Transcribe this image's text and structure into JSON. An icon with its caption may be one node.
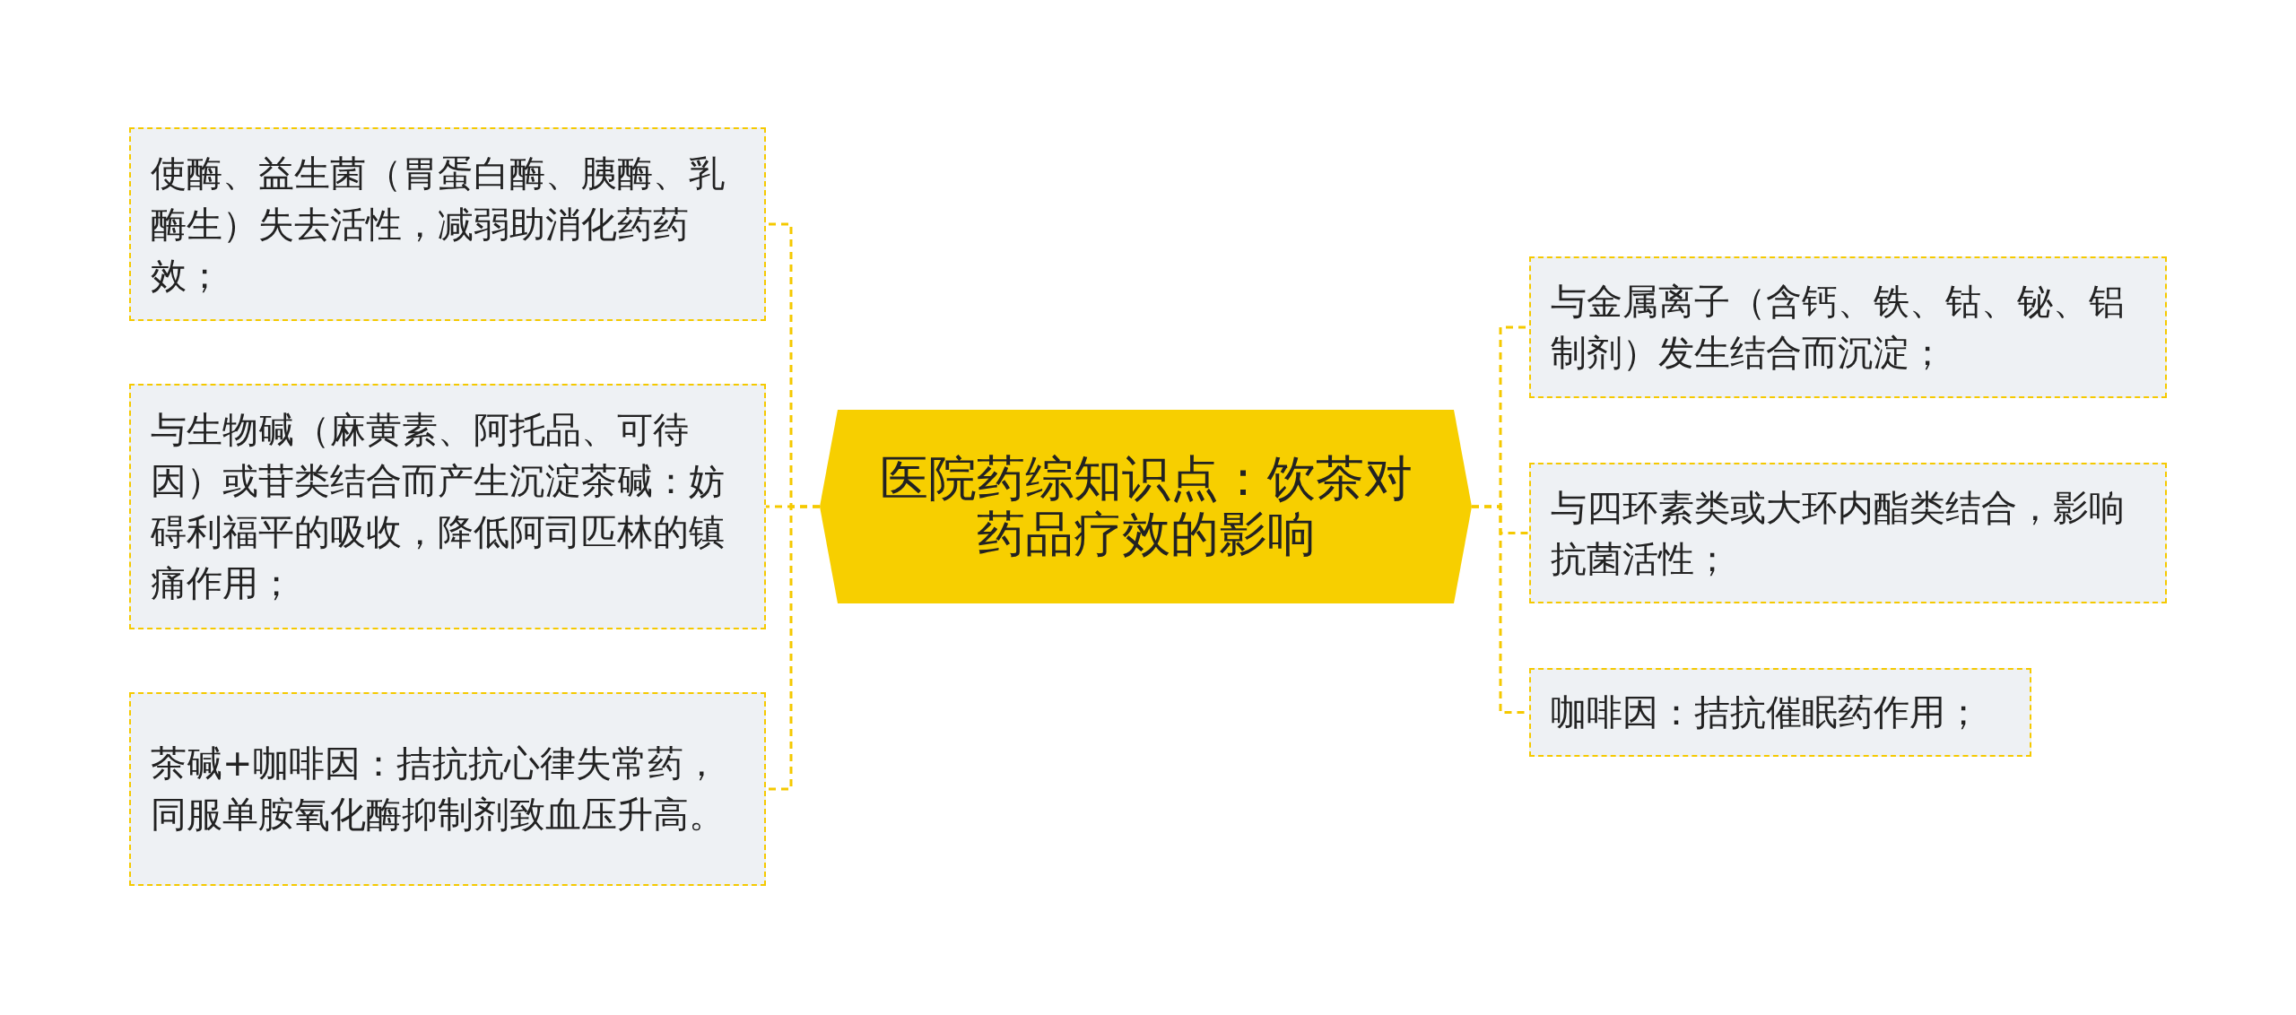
{
  "diagram": {
    "nodes": [
      {
        "text": [
          "医院药综知识点：饮茶对药品疗效的影响"
        ]
      },
      {
        "text": [
          "使酶、益生菌（胃蛋白酶、胰酶、乳酶生）失去活性，减弱助消化药药效；"
        ]
      },
      {
        "text": [
          "与生物碱（麻黄素、阿托品、可待因）或苷类结合而产生沉淀茶碱：妨碍利福平的吸收，降低阿司匹林的镇痛作用；"
        ]
      },
      {
        "text": [
          "茶碱+咖啡因：拮抗抗心律失常药，同服单胺氧化酶抑制剂致血压升高。"
        ]
      },
      {
        "text": [
          "与金属离子（含钙、铁、钴、铋、铝制剂）发生结合而沉淀；"
        ]
      },
      {
        "text": [
          "与四环素类或大环内酯类结合，影响抗菌活性；"
        ]
      },
      {
        "text": [
          "咖啡因：拮抗催眠药作用；"
        ]
      }
    ],
    "edges": [
      {
        "from": 0,
        "to": 1,
        "arrow": "none",
        "style": "dashed"
      },
      {
        "from": 0,
        "to": 2,
        "arrow": "none",
        "style": "dashed"
      },
      {
        "from": 0,
        "to": 3,
        "arrow": "none",
        "style": "dashed"
      },
      {
        "from": 0,
        "to": 4,
        "arrow": "none",
        "style": "dashed"
      },
      {
        "from": 0,
        "to": 5,
        "arrow": "none",
        "style": "dashed"
      },
      {
        "from": 0,
        "to": 6,
        "arrow": "none",
        "style": "dashed"
      }
    ]
  }
}
